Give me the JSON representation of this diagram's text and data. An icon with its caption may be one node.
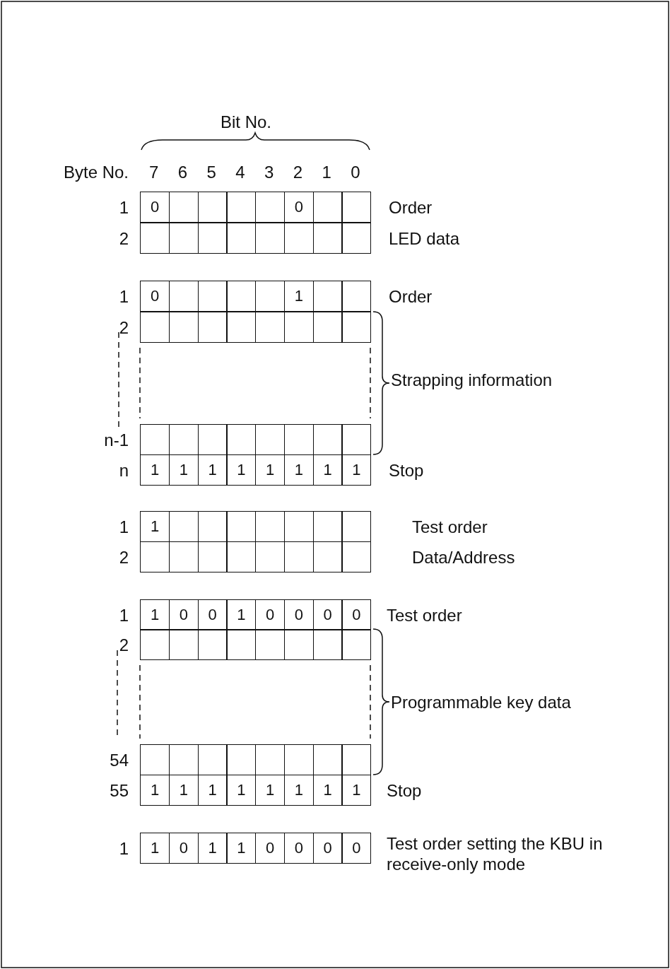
{
  "diagram": {
    "labels": [
      "Bit No.",
      "Byte No.",
      "7",
      "6",
      "5",
      "4",
      "3",
      "2",
      "1",
      "0",
      "1",
      "0",
      "0",
      "Order",
      "2",
      "LED data",
      "1",
      "0",
      "1",
      "Order",
      "2",
      "Strapping information",
      "n-1",
      "n",
      "1",
      "1",
      "1",
      "1",
      "1",
      "1",
      "1",
      "1",
      "Stop",
      "1",
      "1",
      "Test order",
      "2",
      "Data/Address",
      "1",
      "1",
      "0",
      "0",
      "1",
      "0",
      "0",
      "0",
      "0",
      "Test order",
      "2",
      "Programmable key data",
      "54",
      "55",
      "1",
      "1",
      "1",
      "1",
      "1",
      "1",
      "1",
      "1",
      "Stop",
      "1",
      "1",
      "0",
      "1",
      "1",
      "0",
      "0",
      "0",
      "0",
      "Test order setting the KBU in receive-only mode"
    ]
  }
}
